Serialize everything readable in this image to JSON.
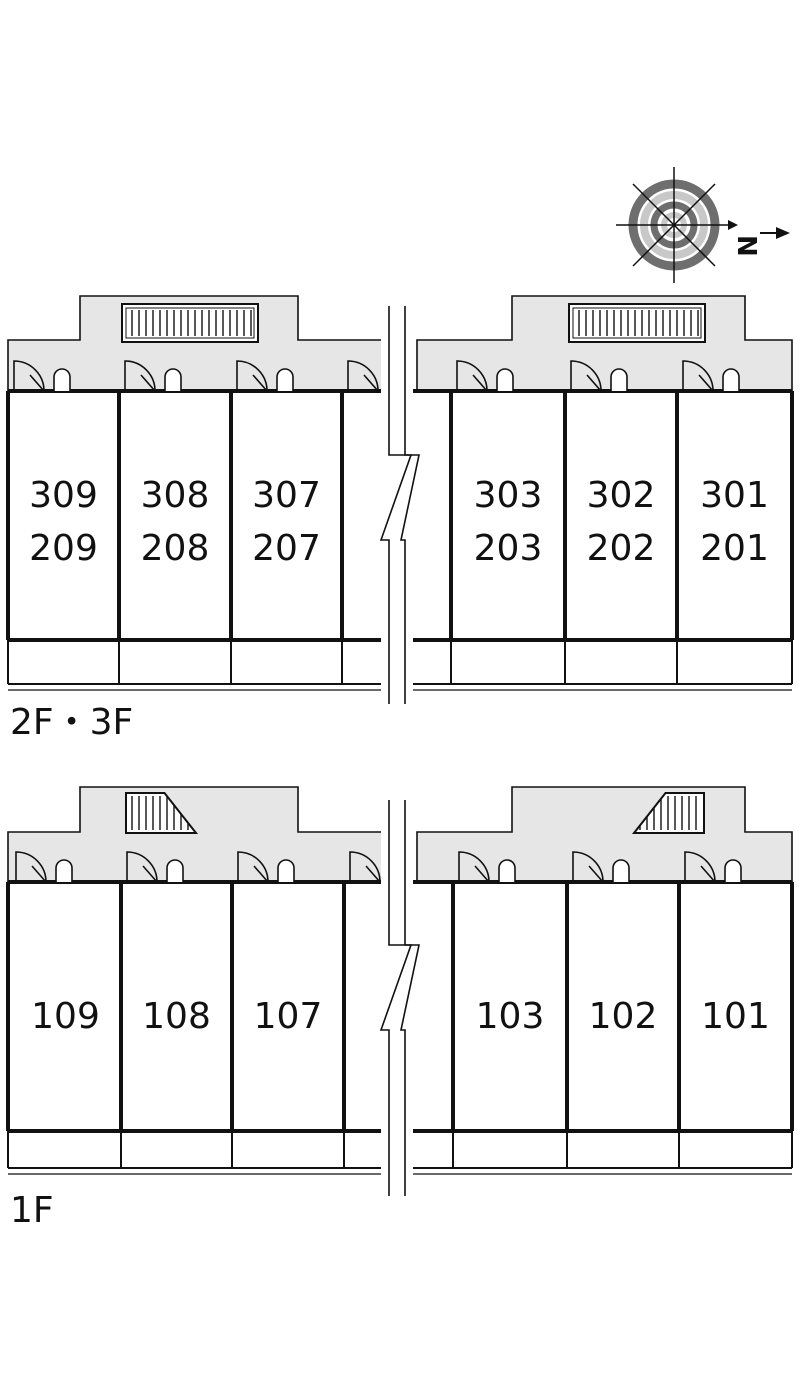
{
  "compass": {
    "north_label": "N",
    "icon": "compass-rose-icon"
  },
  "floors": [
    {
      "id": "upper",
      "label": "2F・3F",
      "units": [
        {
          "top": "309",
          "bottom": "209"
        },
        {
          "top": "308",
          "bottom": "208"
        },
        {
          "top": "307",
          "bottom": "207"
        },
        {
          "top": "303",
          "bottom": "203"
        },
        {
          "top": "302",
          "bottom": "202"
        },
        {
          "top": "301",
          "bottom": "201"
        }
      ]
    },
    {
      "id": "ground",
      "label": "1F",
      "units": [
        {
          "top": "109"
        },
        {
          "top": "108"
        },
        {
          "top": "107"
        },
        {
          "top": "103"
        },
        {
          "top": "102"
        },
        {
          "top": "101"
        }
      ]
    }
  ],
  "colors": {
    "corridor": "#e6e6e6",
    "line": "#111111",
    "compass_ring_dark": "#6e6e6e",
    "compass_ring_light": "#c8c8c8"
  }
}
